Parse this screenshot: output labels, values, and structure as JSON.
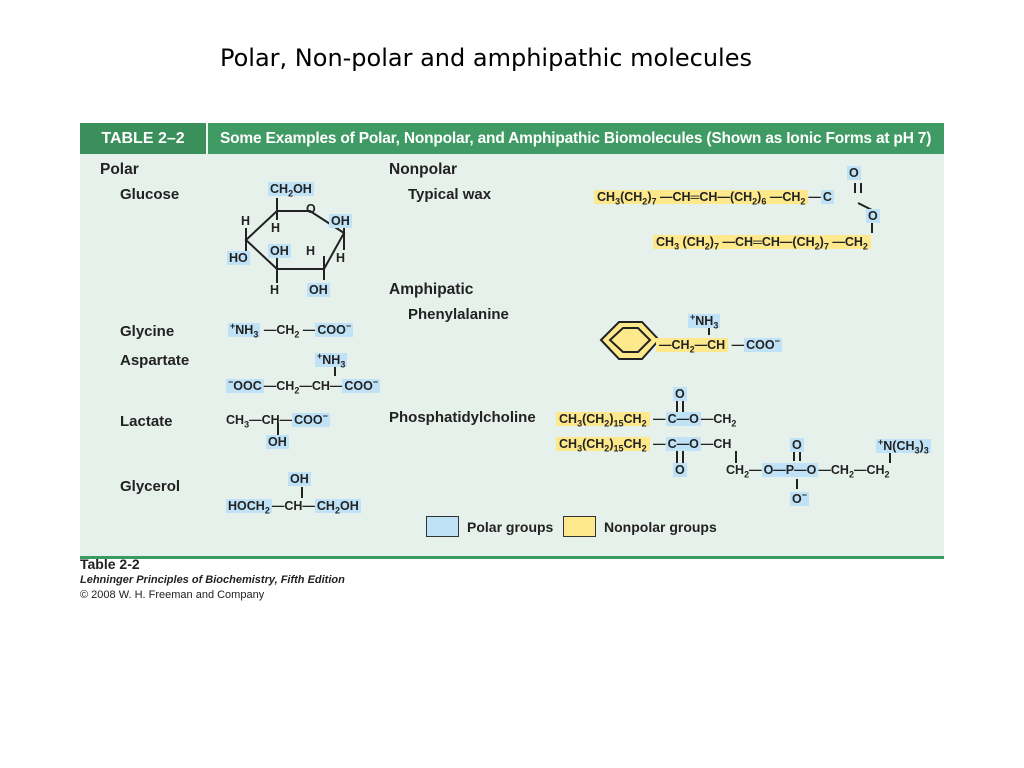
{
  "title": "Polar, Non-polar and amphipathic molecules",
  "table": {
    "tab_label": "TABLE 2–2",
    "caption": "Some Examples of Polar, Nonpolar, and Amphipathic Biomolecules (Shown as Ionic Forms at pH 7)"
  },
  "sections": {
    "polar": "Polar",
    "nonpolar": "Nonpolar",
    "amphipathic": "Amphipatic"
  },
  "molecules": {
    "glucose": "Glucose",
    "glycine": "Glycine",
    "aspartate": "Aspartate",
    "lactate": "Lactate",
    "glycerol": "Glycerol",
    "typical_wax": "Typical wax",
    "phenylalanine": "Phenylalanine",
    "phosphatidylcholine": "Phosphatidylcholine"
  },
  "legend": {
    "polar_groups": "Polar groups",
    "nonpolar_groups": "Nonpolar groups",
    "polar_color": "#bfe2f7",
    "nonpolar_color": "#fde98c"
  },
  "footer": {
    "label": "Table 2-2",
    "book": "Lehninger Principles of Biochemistry, Fifth Edition",
    "copyright": "© 2008 W. H. Freeman and Company"
  }
}
